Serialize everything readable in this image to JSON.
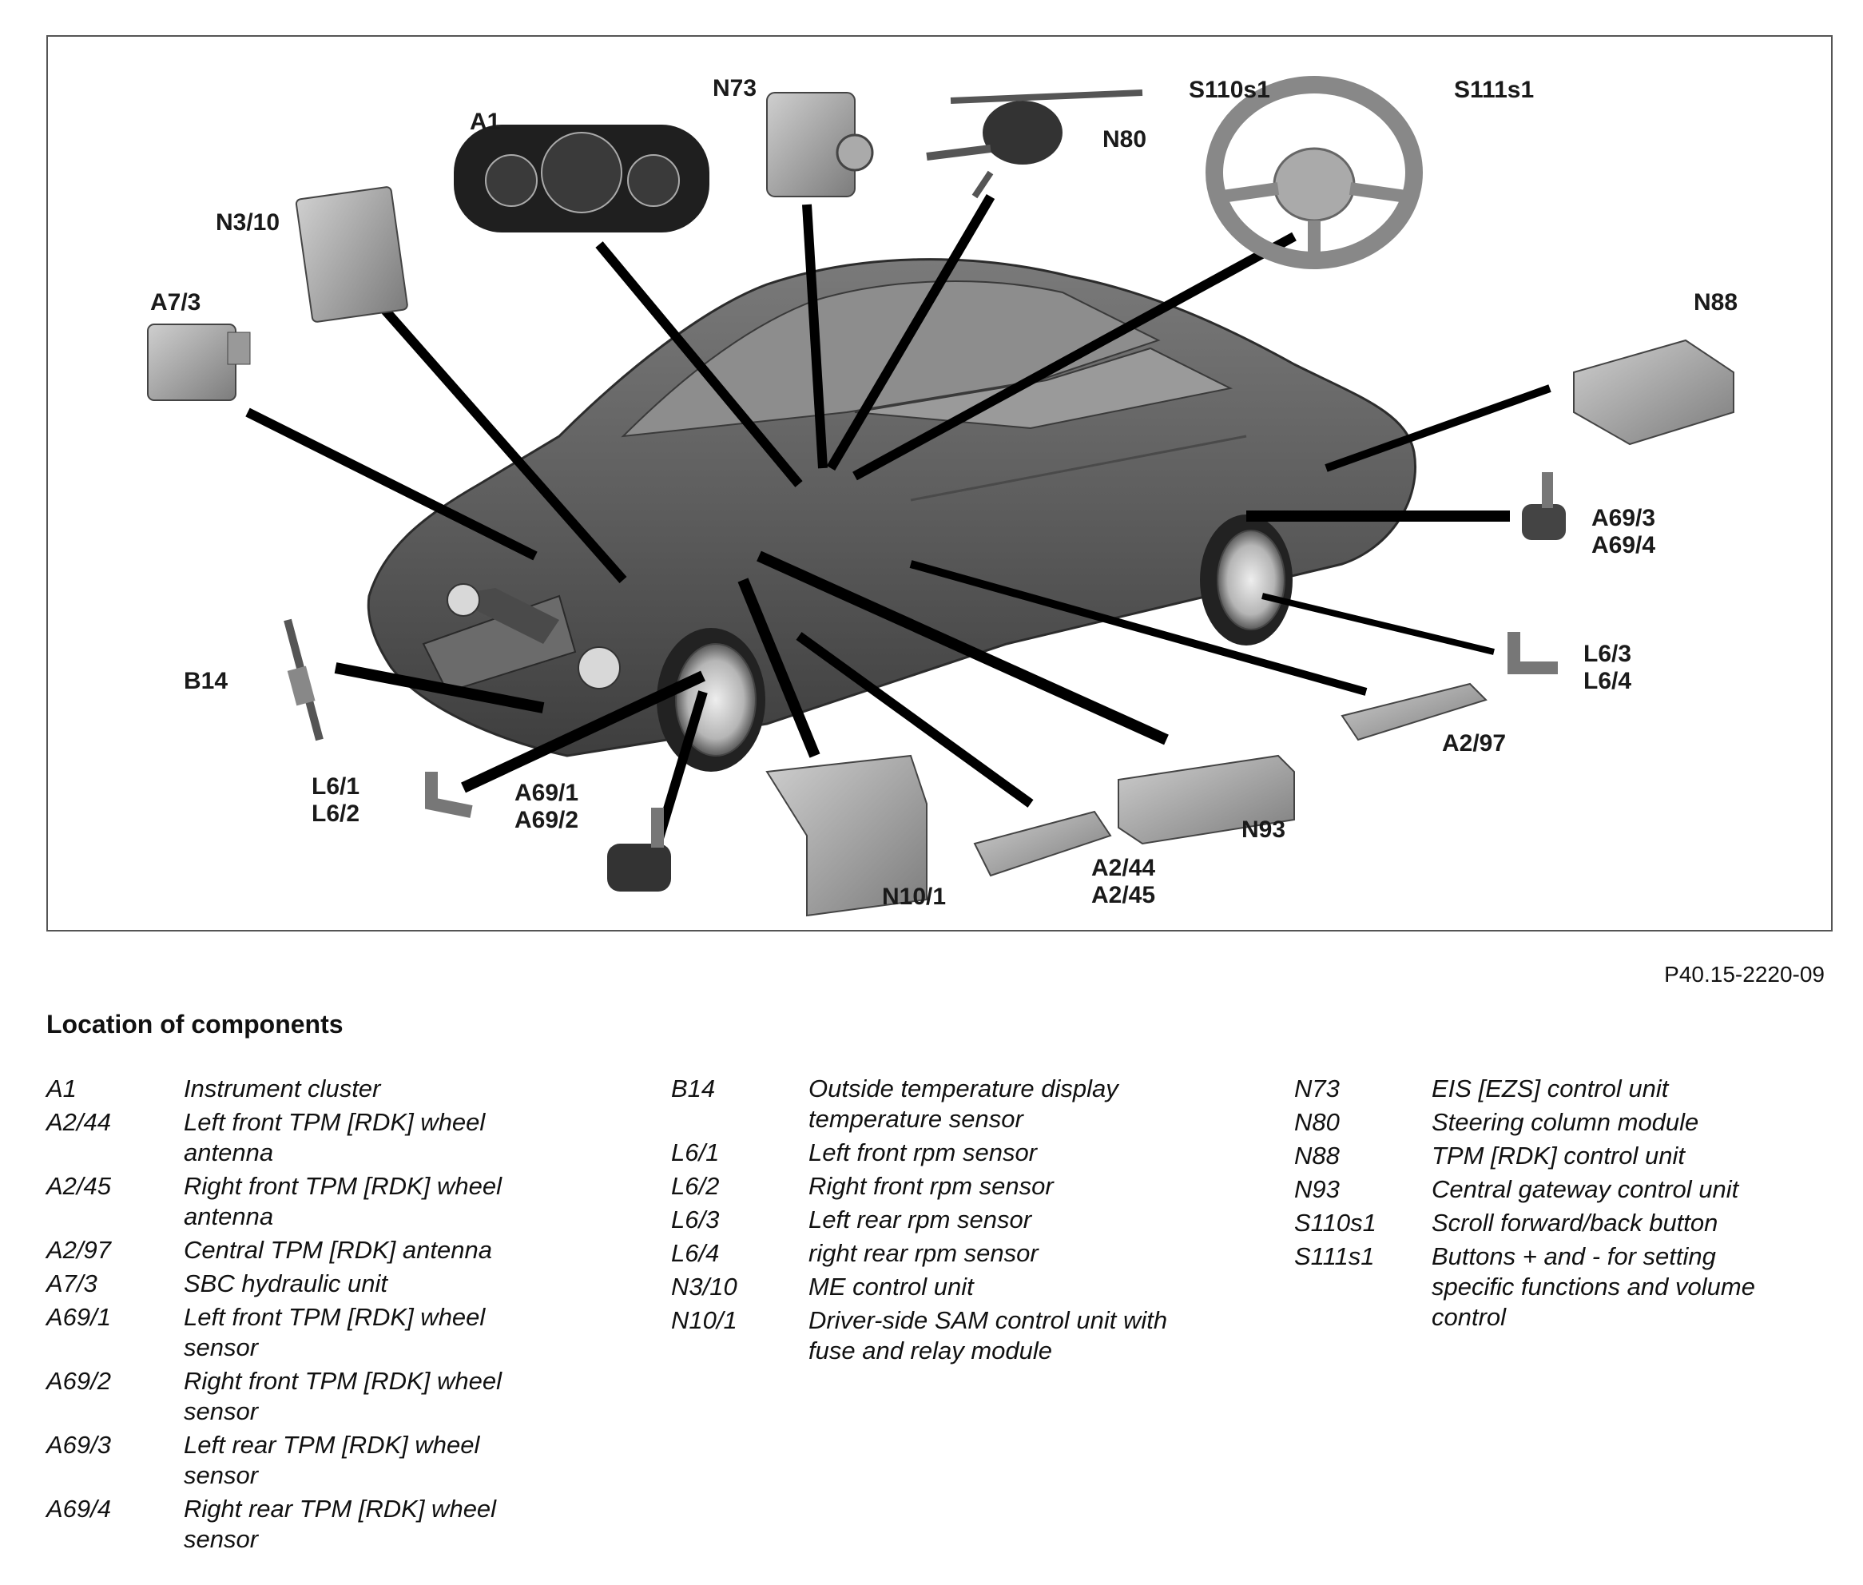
{
  "figure": {
    "reference": "P40.15-2220-09",
    "callouts": [
      {
        "key": "a1",
        "lines": [
          "A1"
        ]
      },
      {
        "key": "n73",
        "lines": [
          "N73"
        ]
      },
      {
        "key": "n80",
        "lines": [
          "N80"
        ]
      },
      {
        "key": "s110s1",
        "lines": [
          "S110s1"
        ]
      },
      {
        "key": "s111s1",
        "lines": [
          "S111s1"
        ]
      },
      {
        "key": "n3_10",
        "lines": [
          "N3/10"
        ]
      },
      {
        "key": "a7_3",
        "lines": [
          "A7/3"
        ]
      },
      {
        "key": "n88",
        "lines": [
          "N88"
        ]
      },
      {
        "key": "a69_3_4",
        "lines": [
          "A69/3",
          "A69/4"
        ]
      },
      {
        "key": "l6_3_4",
        "lines": [
          "L6/3",
          "L6/4"
        ]
      },
      {
        "key": "a2_97",
        "lines": [
          "A2/97"
        ]
      },
      {
        "key": "b14",
        "lines": [
          "B14"
        ]
      },
      {
        "key": "l6_1_2",
        "lines": [
          "L6/1",
          "L6/2"
        ]
      },
      {
        "key": "a69_1_2",
        "lines": [
          "A69/1",
          "A69/2"
        ]
      },
      {
        "key": "n93",
        "lines": [
          "N93"
        ]
      },
      {
        "key": "a2_44_45",
        "lines": [
          "A2/44",
          "A2/45"
        ]
      },
      {
        "key": "n10_1",
        "lines": [
          "N10/1"
        ]
      }
    ]
  },
  "legend": {
    "title": "Location of components",
    "columns": [
      [
        {
          "code": "A1",
          "lines": [
            "Instrument cluster"
          ]
        },
        {
          "code": "A2/44",
          "lines": [
            "Left front TPM [RDK] wheel",
            "antenna"
          ]
        },
        {
          "code": "A2/45",
          "lines": [
            "Right front TPM [RDK] wheel",
            "antenna"
          ]
        },
        {
          "code": "A2/97",
          "lines": [
            "Central TPM [RDK] antenna"
          ]
        },
        {
          "code": "A7/3",
          "lines": [
            "SBC hydraulic unit"
          ]
        },
        {
          "code": "A69/1",
          "lines": [
            "Left front TPM [RDK] wheel",
            "sensor"
          ]
        },
        {
          "code": "A69/2",
          "lines": [
            "Right front TPM [RDK] wheel",
            "sensor"
          ]
        },
        {
          "code": "A69/3",
          "lines": [
            "Left rear TPM [RDK] wheel",
            "sensor"
          ]
        },
        {
          "code": "A69/4",
          "lines": [
            "Right rear TPM [RDK] wheel",
            "sensor"
          ]
        }
      ],
      [
        {
          "code": "B14",
          "lines": [
            "Outside temperature display",
            "temperature sensor"
          ]
        },
        {
          "code": "L6/1",
          "lines": [
            "Left front rpm sensor"
          ]
        },
        {
          "code": "L6/2",
          "lines": [
            "Right front rpm sensor"
          ]
        },
        {
          "code": "L6/3",
          "lines": [
            "Left rear rpm sensor"
          ]
        },
        {
          "code": "L6/4",
          "lines": [
            "right rear rpm sensor"
          ]
        },
        {
          "code": "N3/10",
          "lines": [
            "ME control unit"
          ]
        },
        {
          "code": "N10/1",
          "lines": [
            "Driver-side SAM control unit with",
            "fuse and relay module"
          ]
        }
      ],
      [
        {
          "code": "N73",
          "lines": [
            "EIS [EZS] control unit"
          ]
        },
        {
          "code": "N80",
          "lines": [
            "Steering column module"
          ]
        },
        {
          "code": "N88",
          "lines": [
            "TPM [RDK] control unit"
          ]
        },
        {
          "code": "N93",
          "lines": [
            "Central gateway control unit"
          ]
        },
        {
          "code": "S110s1",
          "lines": [
            "Scroll forward/back button"
          ]
        },
        {
          "code": "S111s1",
          "lines": [
            "Buttons + and - for setting",
            "specific functions and volume",
            "control"
          ]
        }
      ]
    ]
  }
}
